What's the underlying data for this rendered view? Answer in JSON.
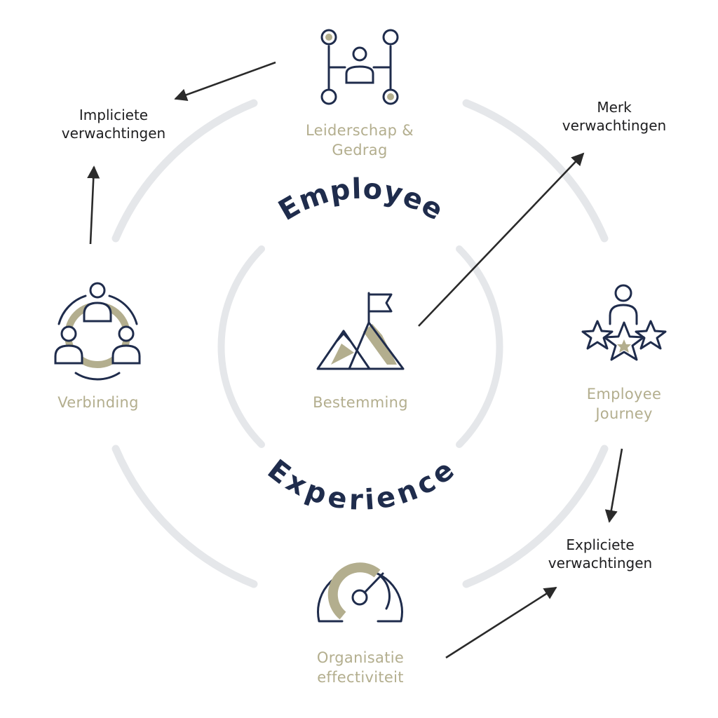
{
  "diagram": {
    "center_top_title": "Employee",
    "center_bottom_title": "Experience",
    "nodes": {
      "leadership": {
        "line1": "Leiderschap &",
        "line2": "Gedrag"
      },
      "connection": {
        "line1": "Verbinding"
      },
      "destination": {
        "line1": "Bestemming"
      },
      "journey": {
        "line1": "Employee",
        "line2": "Journey"
      },
      "effectiveness": {
        "line1": "Organisatie",
        "line2": "effectiviteit"
      }
    },
    "expectations": {
      "implicit": {
        "line1": "Impliciete",
        "line2": "verwachtingen"
      },
      "brand": {
        "line1": "Merk",
        "line2": "verwachtingen"
      },
      "explicit": {
        "line1": "Expliciete",
        "line2": "verwachtingen"
      }
    },
    "colors": {
      "navy": "#1f2c4c",
      "gold": "#b3ae8e",
      "ring": "#e5e7ea",
      "arrow": "#2a2a2a"
    },
    "icons": {
      "leadership": "org-structure-person-icon",
      "connection": "people-circle-icon",
      "destination": "mountain-flag-icon",
      "journey": "person-stars-icon",
      "effectiveness": "gauge-icon"
    }
  }
}
